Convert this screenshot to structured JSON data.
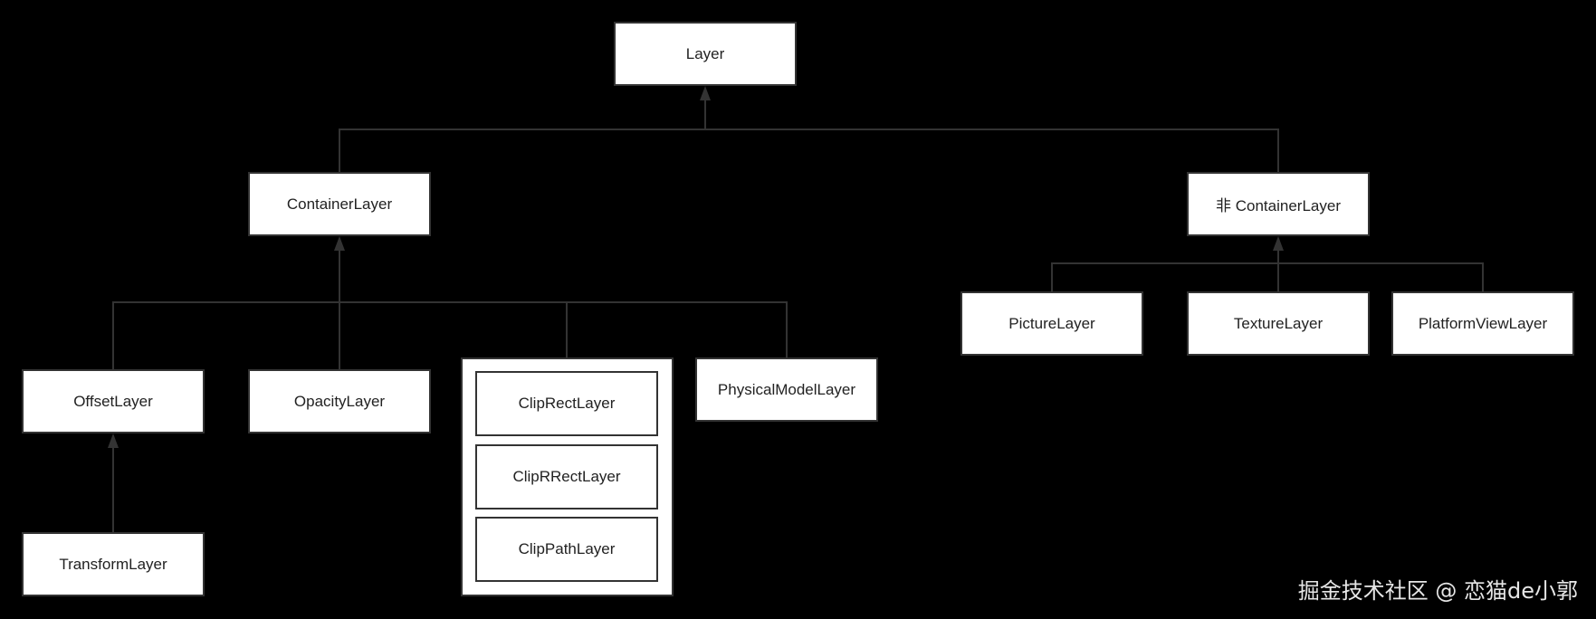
{
  "colors": {
    "background": "#000000",
    "node_fill": "#ffffff",
    "border": "#333333",
    "text": "#222222",
    "watermark": "#e6e6e6"
  },
  "nodes": {
    "layer": "Layer",
    "container_layer": "ContainerLayer",
    "non_container_layer": "非 ContainerLayer",
    "offset_layer": "OffsetLayer",
    "opacity_layer": "OpacityLayer",
    "clip_rect_layer": "ClipRectLayer",
    "clip_rrect_layer": "ClipRRectLayer",
    "clip_path_layer": "ClipPathLayer",
    "physical_model_layer": "PhysicalModelLayer",
    "transform_layer": "TransformLayer",
    "picture_layer": "PictureLayer",
    "texture_layer": "TextureLayer",
    "platform_view_layer": "PlatformViewLayer"
  },
  "watermark": "掘金技术社区 @ 恋猫de小郭"
}
